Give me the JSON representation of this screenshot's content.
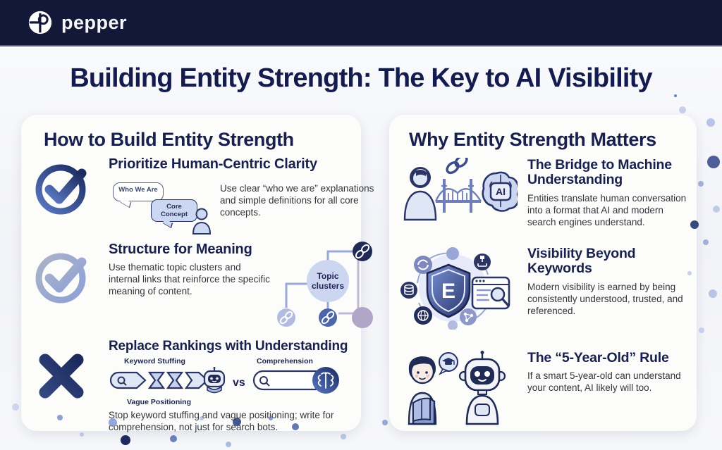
{
  "header": {
    "logo_text": "pepper"
  },
  "title": "Building Entity Strength: The Key to AI Visibility",
  "left_panel": {
    "heading": "How to Build Entity Strength",
    "items": [
      {
        "icon": "check-circle",
        "title": "Prioritize Human-Centric Clarity",
        "bubble1": "Who We Are",
        "bubble2": "Core Concept",
        "body": "Use clear “who we are” explanations and simple definitions for all core concepts."
      },
      {
        "icon": "check-circle-faded",
        "title": "Structure for Meaning",
        "cluster_label_line1": "Topic",
        "cluster_label_line2": "clusters",
        "body": "Use thematic topic clusters and internal links that reinforce the specific meaning of content."
      },
      {
        "icon": "x-mark",
        "title": "Replace Rankings with Understanding",
        "label_top": "Keyword Stuffing",
        "label_bottom": "Vague Positioning",
        "vs": "vs",
        "label_right": "Comprehension",
        "body": "Stop keyword stuffing and vague positioning; write for comprehension, not just for search bots."
      }
    ]
  },
  "right_panel": {
    "heading": "Why Entity Strength Matters",
    "items": [
      {
        "title": "The Bridge to Machine Understanding",
        "chip": "AI",
        "body": "Entities translate human conversation into a format that AI and modern search engines understand."
      },
      {
        "title": "Visibility Beyond Keywords",
        "shield_letter": "E",
        "body": "Modern visibility is earned by being consistently understood, trusted, and referenced."
      },
      {
        "title": "The “5-Year-Old” Rule",
        "body": "If a smart 5-year-old can understand your content, AI likely will too."
      }
    ]
  },
  "colors": {
    "header_bg": "#131839",
    "navy": "#1c2454",
    "accent_blue": "#4a68b0",
    "periwinkle": "#ccd8f2",
    "card_bg": "#fcfcfa",
    "page_bg": "#f2f3f8"
  }
}
